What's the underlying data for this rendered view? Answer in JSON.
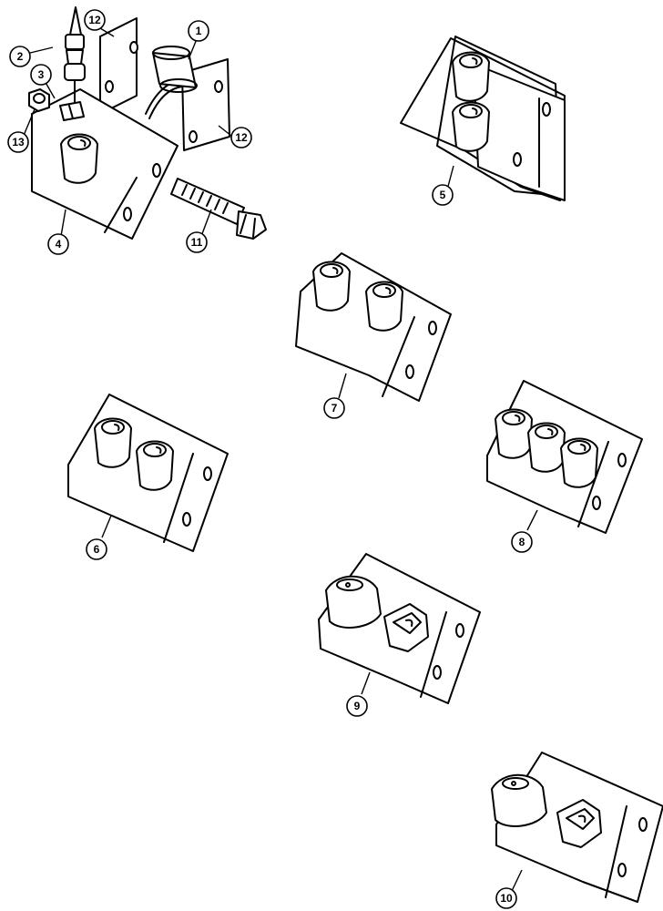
{
  "callouts": {
    "c1": "1",
    "c2": "2",
    "c3": "3",
    "c4": "4",
    "c5": "5",
    "c6": "6",
    "c7": "7",
    "c8": "8",
    "c9": "9",
    "c10": "10",
    "c11": "11",
    "c12a": "12",
    "c12b": "12",
    "c13": "13"
  }
}
